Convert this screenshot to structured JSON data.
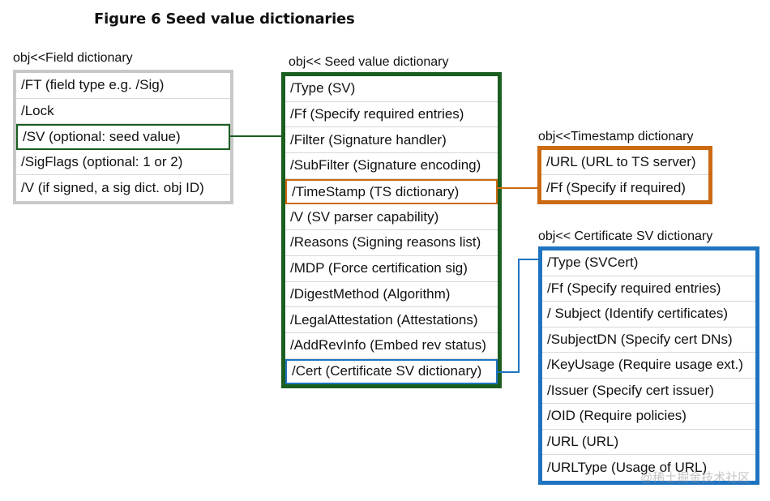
{
  "title": "Figure 6  Seed value dictionaries",
  "colors": {
    "field": "#c8c8c8",
    "seed": "#1a5e20",
    "timestamp": "#cc6a12",
    "certificate": "#1f74c0"
  },
  "field_dictionary": {
    "title": "obj<<Field dictionary",
    "rows": [
      "/FT (field type e.g. /Sig)",
      "/Lock",
      "/SV (optional: seed value)",
      " /SigFlags (optional: 1 or 2)",
      "/V (if signed, a sig dict. obj ID)"
    ]
  },
  "seed_value_dictionary": {
    "title": "obj<< Seed value dictionary",
    "rows": [
      "/Type (SV)",
      "/Ff (Specify required entries)",
      "/Filter (Signature handler)",
      "/SubFilter (Signature encoding)",
      "/TimeStamp (TS dictionary)",
      "/V (SV parser capability)",
      "/Reasons (Signing reasons list)",
      "/MDP (Force certification sig)",
      "/DigestMethod (Algorithm)",
      "/LegalAttestation (Attestations)",
      "/AddRevInfo (Embed rev status)",
      "/Cert (Certificate SV dictionary)"
    ]
  },
  "timestamp_dictionary": {
    "title": "obj<<Timestamp dictionary",
    "rows": [
      "/URL (URL to TS server)",
      "/Ff (Specify if required)"
    ]
  },
  "certificate_sv_dictionary": {
    "title": "obj<< Certificate SV dictionary",
    "rows": [
      "/Type (SVCert)",
      "/Ff (Specify required entries)",
      "/ Subject (Identify certificates)",
      "/SubjectDN (Specify cert DNs)",
      "/KeyUsage (Require usage ext.)",
      "/Issuer (Specify cert issuer)",
      "/OID (Require policies)",
      "/URL (URL)",
      "/URLType (Usage of URL)"
    ]
  },
  "watermark": "@稀土掘金技术社区"
}
